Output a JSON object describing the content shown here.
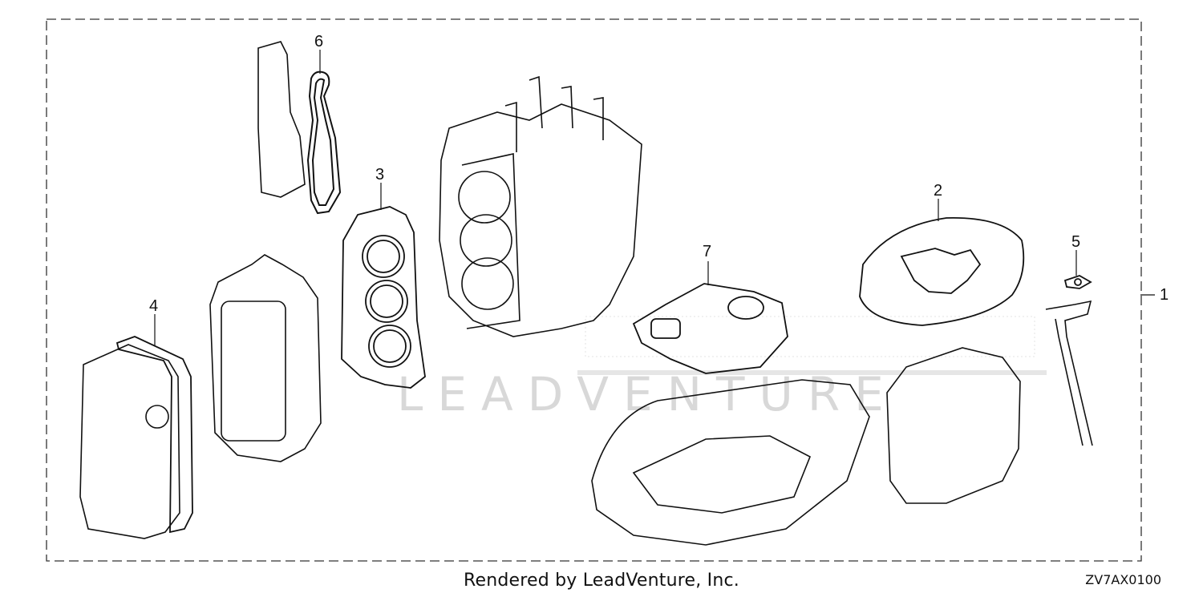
{
  "credit": "Rendered by LeadVenture, Inc.",
  "diagram_code": "ZV7AX0100",
  "watermark": "LEADVENTURE",
  "callouts": [
    {
      "id": "1",
      "label": "1"
    },
    {
      "id": "2",
      "label": "2"
    },
    {
      "id": "3",
      "label": "3"
    },
    {
      "id": "4",
      "label": "4"
    },
    {
      "id": "5",
      "label": "5"
    },
    {
      "id": "6",
      "label": "6"
    },
    {
      "id": "7",
      "label": "7"
    }
  ],
  "colors": {
    "line": "#111111",
    "border": "#333333",
    "watermark": "#d8d8d8"
  }
}
